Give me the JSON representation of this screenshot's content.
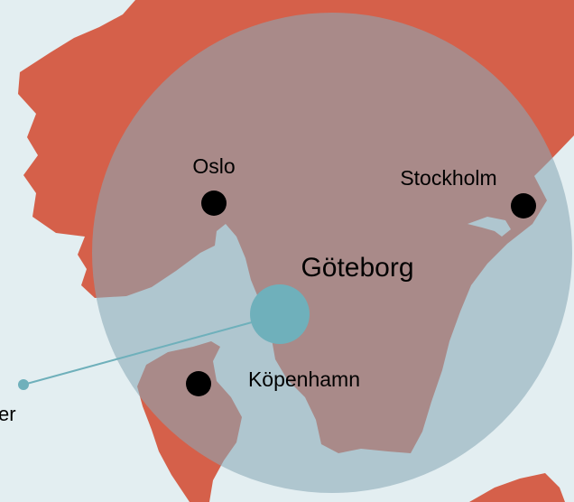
{
  "colors": {
    "sea": "#e3eef1",
    "land": "#d5604a",
    "radius_overlay": "#8aa9b7",
    "center_marker": "#6fb0bb",
    "city_dot": "#000000"
  },
  "center": {
    "label": "Göteborg"
  },
  "cities": [
    {
      "id": "oslo",
      "label": "Oslo"
    },
    {
      "id": "stockholm",
      "label": "Stockholm"
    },
    {
      "id": "kopenhamn",
      "label": "Köpenhamn"
    }
  ],
  "callout": {
    "text_fragment": "er"
  }
}
